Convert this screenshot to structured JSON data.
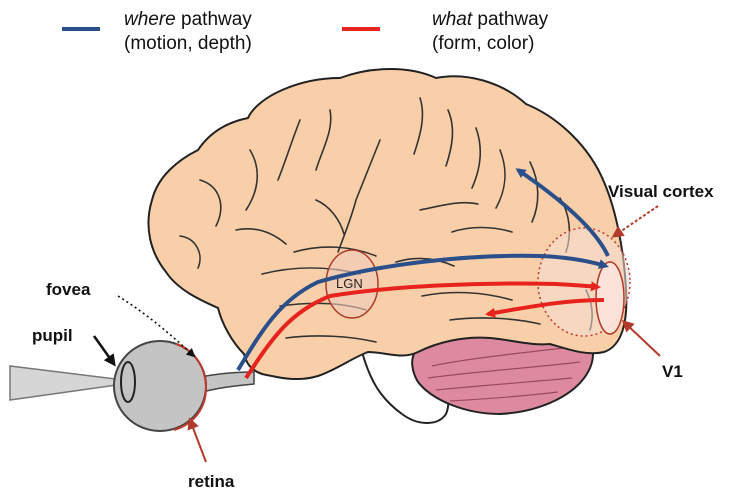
{
  "legend": {
    "where": {
      "italic": "where",
      "rest": " pathway",
      "line2": "(motion, depth)",
      "color": "#2a4f8a"
    },
    "what": {
      "italic": "what",
      "rest": " pathway",
      "line2": "(form, color)",
      "color": "#e8231e"
    }
  },
  "labels": {
    "fovea": "fovea",
    "pupil": "pupil",
    "retina": "retina",
    "lgn": "LGN",
    "visual_cortex": "Visual cortex",
    "v1": "V1"
  },
  "colors": {
    "brain_fill": "#f8cfa8",
    "cerebellum_fill": "#dd8aa0",
    "eye_fill": "#c4c4c4",
    "annotation_red": "#b23a2a"
  },
  "icons": [
    "brain",
    "eye",
    "cerebellum",
    "brainstem"
  ]
}
